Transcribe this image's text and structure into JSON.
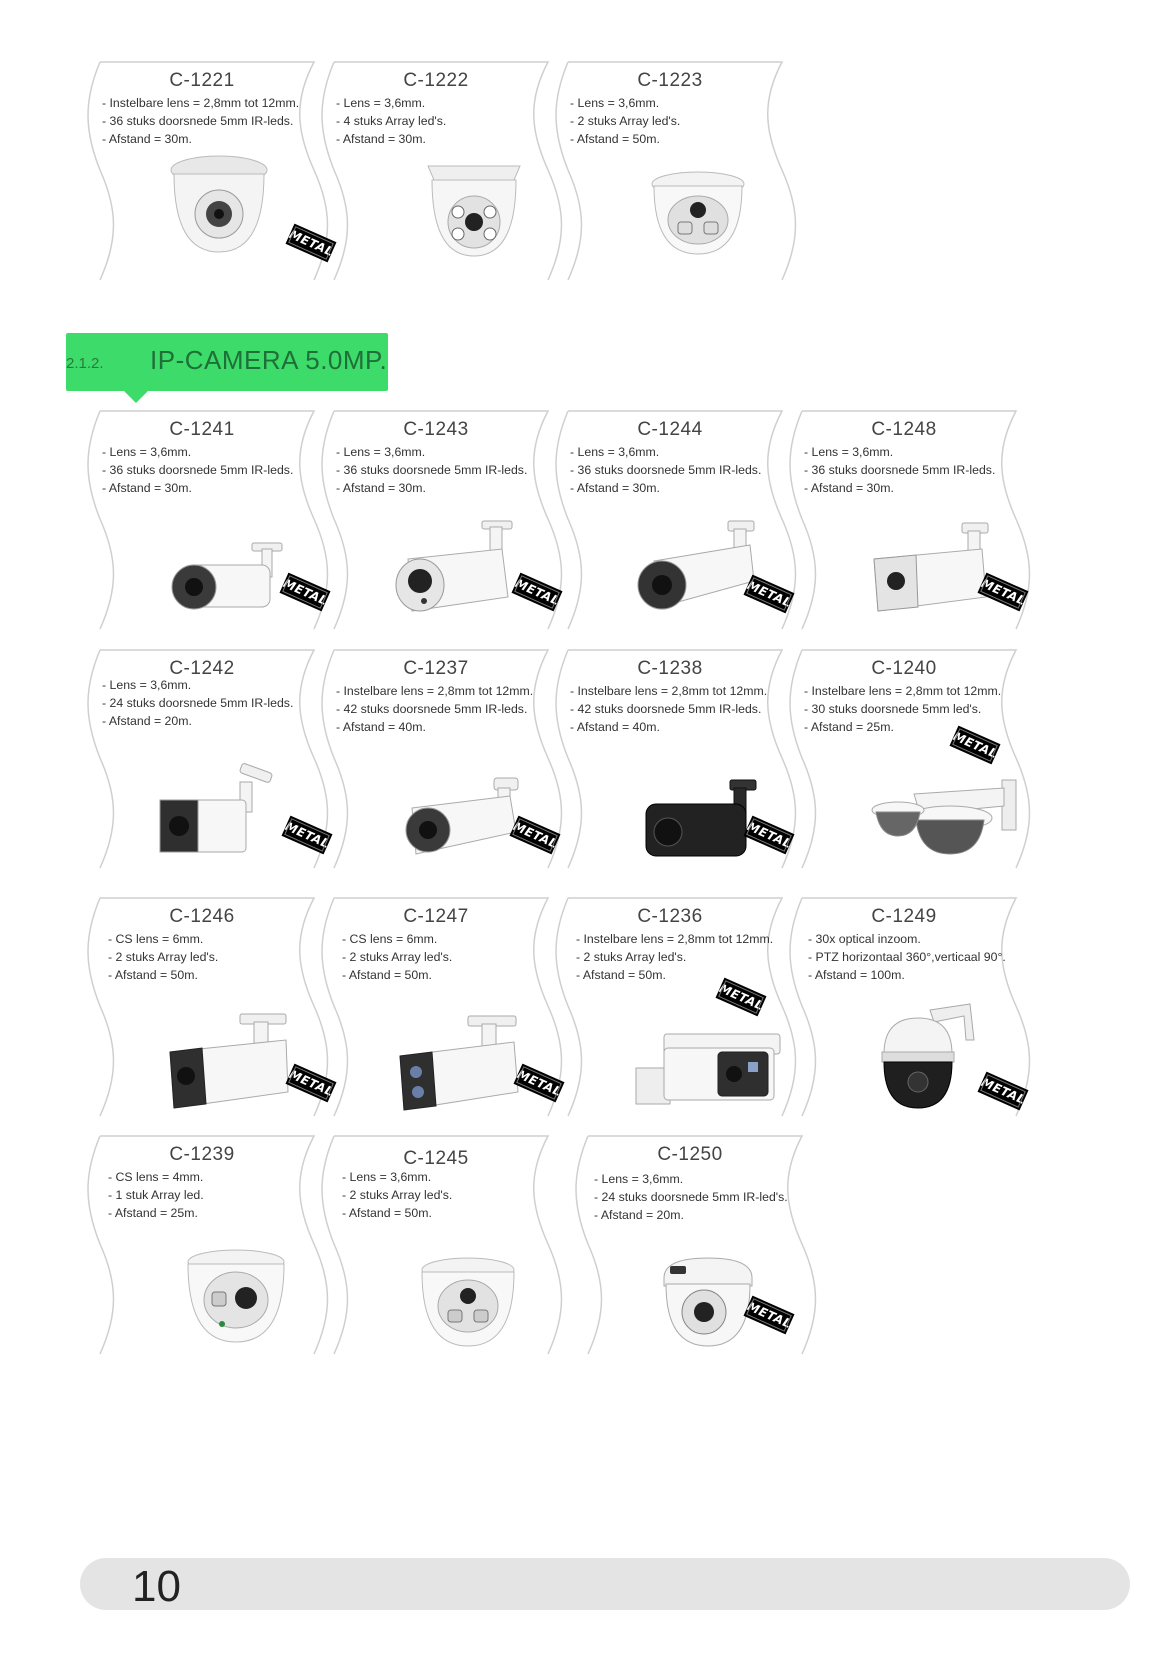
{
  "section": {
    "number": "2.1.2.",
    "title": "IP-CAMERA 5.0MP."
  },
  "page_number": "10",
  "badge_label": "METAL",
  "cells": [
    {
      "code": "C-1221",
      "specs": [
        "Instelbare lens = 2,8mm tot 12mm.",
        "36 stuks doorsnede 5mm IR-leds.",
        "Afstand = 30m."
      ],
      "camera": "dome-camera",
      "metal": true
    },
    {
      "code": "C-1222",
      "specs": [
        "Lens = 3,6mm.",
        "4 stuks Array led's.",
        "Afstand = 30m."
      ],
      "camera": "dome-camera",
      "metal": false
    },
    {
      "code": "C-1223",
      "specs": [
        "Lens = 3,6mm.",
        "2 stuks Array led's.",
        "Afstand = 50m."
      ],
      "camera": "dome-camera",
      "metal": false
    },
    {
      "code": "C-1241",
      "specs": [
        "Lens = 3,6mm.",
        "36 stuks doorsnede 5mm IR-leds.",
        "Afstand = 30m."
      ],
      "camera": "bullet-camera",
      "metal": true
    },
    {
      "code": "C-1243",
      "specs": [
        "Lens = 3,6mm.",
        "36 stuks doorsnede 5mm IR-leds.",
        "Afstand = 30m."
      ],
      "camera": "bullet-camera",
      "metal": true
    },
    {
      "code": "C-1244",
      "specs": [
        "Lens = 3,6mm.",
        "36 stuks doorsnede 5mm IR-leds.",
        "Afstand = 30m."
      ],
      "camera": "bullet-camera",
      "metal": true
    },
    {
      "code": "C-1248",
      "specs": [
        "Lens = 3,6mm.",
        "36 stuks doorsnede 5mm IR-leds.",
        "Afstand = 30m."
      ],
      "camera": "bullet-camera",
      "metal": true
    },
    {
      "code": "C-1242",
      "specs": [
        "Lens = 3,6mm.",
        "24 stuks doorsnede 5mm IR-leds.",
        "Afstand = 20m."
      ],
      "camera": "bullet-camera",
      "metal": true
    },
    {
      "code": "C-1237",
      "specs": [
        "Instelbare lens = 2,8mm tot 12mm.",
        "42 stuks doorsnede 5mm IR-leds.",
        "Afstand = 40m."
      ],
      "camera": "bullet-camera",
      "metal": true
    },
    {
      "code": "C-1238",
      "specs": [
        "Instelbare lens = 2,8mm tot 12mm.",
        "42 stuks doorsnede 5mm IR-leds.",
        "Afstand = 40m."
      ],
      "camera": "bullet-camera-black",
      "metal": true
    },
    {
      "code": "C-1240",
      "specs": [
        "Instelbare lens = 2,8mm tot 12mm.",
        "30 stuks doorsnede 5mm led's.",
        "Afstand = 25m."
      ],
      "camera": "wall-dome-camera",
      "metal": true
    },
    {
      "code": "C-1246",
      "specs": [
        "CS lens = 6mm.",
        "2 stuks Array led's.",
        "Afstand = 50m."
      ],
      "camera": "bullet-camera",
      "metal": true
    },
    {
      "code": "C-1247",
      "specs": [
        "CS lens = 6mm.",
        "2 stuks Array led's.",
        "Afstand = 50m."
      ],
      "camera": "bullet-camera",
      "metal": true
    },
    {
      "code": "C-1236",
      "specs": [
        "Instelbare lens = 2,8mm tot 12mm.",
        "2 stuks Array led's.",
        "Afstand = 50m."
      ],
      "camera": "box-camera",
      "metal": true
    },
    {
      "code": "C-1249",
      "specs": [
        "30x optical inzoom.",
        "PTZ horizontaal 360°,verticaal 90°.",
        "Afstand = 100m."
      ],
      "camera": "ptz-camera",
      "metal": true
    },
    {
      "code": "C-1239",
      "specs": [
        "CS lens = 4mm.",
        "1 stuk Array led.",
        "Afstand = 25m."
      ],
      "camera": "dome-camera",
      "metal": false
    },
    {
      "code": "C-1245",
      "specs": [
        "Lens = 3,6mm.",
        "2 stuks Array led's.",
        "Afstand = 50m."
      ],
      "camera": "dome-camera",
      "metal": false
    },
    {
      "code": "C-1250",
      "specs": [
        "Lens = 3,6mm.",
        "24 stuks doorsnede 5mm IR-led's.",
        "Afstand = 20m."
      ],
      "camera": "dome-camera",
      "metal": true
    }
  ]
}
